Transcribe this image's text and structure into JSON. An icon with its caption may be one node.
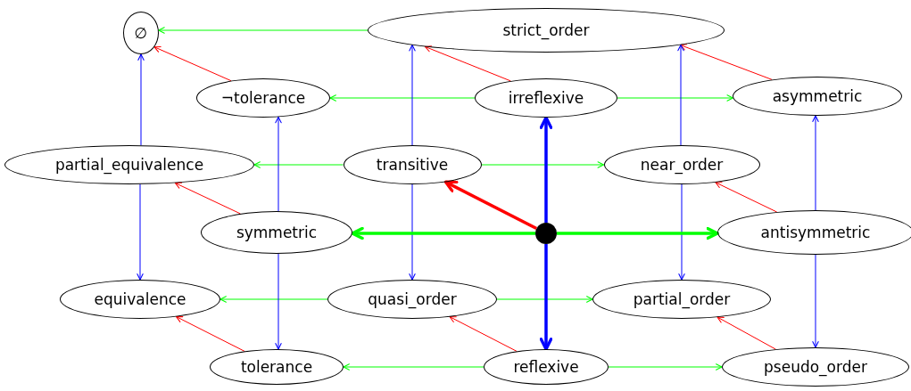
{
  "diagram": {
    "nodes": [
      {
        "text": [
          "∅"
        ]
      },
      {
        "text": [
          "strict_order"
        ]
      },
      {
        "text": [
          "¬tolerance"
        ]
      },
      {
        "text": [
          "irreflexive"
        ]
      },
      {
        "text": [
          "asymmetric"
        ]
      },
      {
        "text": [
          "partial_equivalence"
        ]
      },
      {
        "text": [
          "transitive"
        ]
      },
      {
        "text": [
          "near_order"
        ]
      },
      {
        "text": [
          "symmetric"
        ]
      },
      {
        "text": [],
        "shape": "circle"
      },
      {
        "text": [
          "antisymmetric"
        ]
      },
      {
        "text": [
          "equivalence"
        ]
      },
      {
        "text": [
          "quasi_order"
        ]
      },
      {
        "text": [
          "partial_order"
        ]
      },
      {
        "text": [
          "tolerance"
        ]
      },
      {
        "text": [
          "reflexive"
        ]
      },
      {
        "text": [
          "pseudo_order"
        ]
      }
    ],
    "edges": [
      {
        "from": 1,
        "to": 0,
        "arrow": "to",
        "color": "#00ff00"
      },
      {
        "from": 3,
        "to": 2,
        "arrow": "to",
        "color": "#00ff00"
      },
      {
        "from": 3,
        "to": 4,
        "arrow": "to",
        "color": "#00ff00"
      },
      {
        "from": 6,
        "to": 5,
        "arrow": "to",
        "color": "#00ff00"
      },
      {
        "from": 6,
        "to": 7,
        "arrow": "to",
        "color": "#00ff00"
      },
      {
        "from": 12,
        "to": 11,
        "arrow": "to",
        "color": "#00ff00"
      },
      {
        "from": 12,
        "to": 13,
        "arrow": "to",
        "color": "#00ff00"
      },
      {
        "from": 15,
        "to": 14,
        "arrow": "to",
        "color": "#00ff00"
      },
      {
        "from": 15,
        "to": 16,
        "arrow": "to",
        "color": "#00ff00"
      },
      {
        "from": 2,
        "to": 0,
        "arrow": "to",
        "color": "#ff0000"
      },
      {
        "from": 3,
        "to": 1,
        "arrow": "to",
        "color": "#ff0000"
      },
      {
        "from": 4,
        "to": 1,
        "arrow": "to",
        "color": "#ff0000"
      },
      {
        "from": 8,
        "to": 5,
        "arrow": "to",
        "color": "#ff0000"
      },
      {
        "from": 10,
        "to": 7,
        "arrow": "to",
        "color": "#ff0000"
      },
      {
        "from": 15,
        "to": 12,
        "arrow": "to",
        "color": "#ff0000"
      },
      {
        "from": 16,
        "to": 13,
        "arrow": "to",
        "color": "#ff0000"
      },
      {
        "from": 14,
        "to": 11,
        "arrow": "to",
        "color": "#ff0000"
      },
      {
        "from": 5,
        "to": 0,
        "arrow": "to",
        "color": "#0000ff"
      },
      {
        "from": 6,
        "to": 1,
        "arrow": "to",
        "color": "#0000ff"
      },
      {
        "from": 7,
        "to": 1,
        "arrow": "to",
        "color": "#0000ff"
      },
      {
        "from": 8,
        "to": 2,
        "arrow": "to",
        "color": "#0000ff"
      },
      {
        "from": 10,
        "to": 4,
        "arrow": "to",
        "color": "#0000ff"
      },
      {
        "from": 5,
        "to": 11,
        "arrow": "to",
        "color": "#0000ff"
      },
      {
        "from": 8,
        "to": 14,
        "arrow": "to",
        "color": "#0000ff"
      },
      {
        "from": 6,
        "to": 12,
        "arrow": "to",
        "color": "#0000ff"
      },
      {
        "from": 7,
        "to": 13,
        "arrow": "to",
        "color": "#0000ff"
      },
      {
        "from": 10,
        "to": 16,
        "arrow": "to",
        "color": "#0000ff"
      },
      {
        "from": 9,
        "to": 3,
        "arrow": "to",
        "style": "thick",
        "color": "#0000ff"
      },
      {
        "from": 9,
        "to": 15,
        "arrow": "to",
        "style": "thick",
        "color": "#0000ff"
      },
      {
        "from": 9,
        "to": 8,
        "arrow": "to",
        "style": "thick",
        "color": "#00ff00"
      },
      {
        "from": 9,
        "to": 10,
        "arrow": "to",
        "style": "thick",
        "color": "#00ff00"
      },
      {
        "from": 9,
        "to": 6,
        "arrow": "to",
        "style": "thick",
        "color": "#ff0000"
      }
    ]
  }
}
